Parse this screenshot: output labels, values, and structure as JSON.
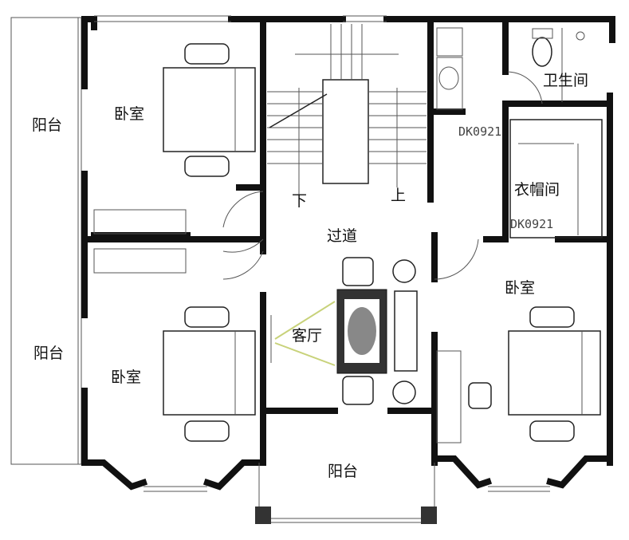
{
  "rooms": {
    "balcony_top_left": "阳台",
    "bedroom_top_left": "卧室",
    "balcony_bottom_left": "阳台",
    "bedroom_bottom_left": "卧室",
    "stairs_down": "下",
    "stairs_up": "上",
    "corridor": "过道",
    "living_room": "客厅",
    "balcony_bottom": "阳台",
    "bedroom_right": "卧室",
    "bathroom": "卫生间",
    "walk_in_closet": "衣帽间"
  },
  "doors": {
    "door_bathroom": "DK0921",
    "door_closet": "DK0921"
  },
  "colors": {
    "wall": "#111111",
    "line": "#555555",
    "accent_sightline": "#c8d27a"
  }
}
